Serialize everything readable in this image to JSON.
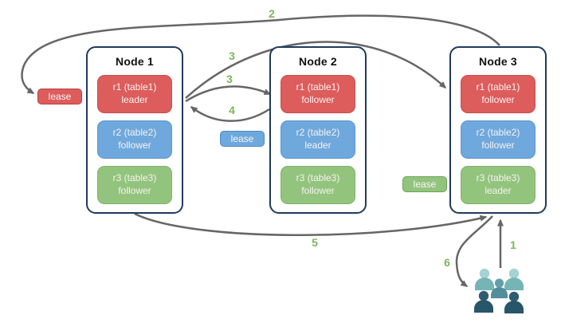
{
  "diagram": {
    "nodes": [
      {
        "title": "Node 1",
        "replicas": [
          {
            "name": "r1 (table1)",
            "role": "leader",
            "color": "#dd5c5c"
          },
          {
            "name": "r2 (table2)",
            "role": "follower",
            "color": "#6fa8dc"
          },
          {
            "name": "r3 (table3)",
            "role": "follower",
            "color": "#93c47d"
          }
        ]
      },
      {
        "title": "Node 2",
        "replicas": [
          {
            "name": "r1 (table1)",
            "role": "follower",
            "color": "#dd5c5c"
          },
          {
            "name": "r2 (table2)",
            "role": "leader",
            "color": "#6fa8dc"
          },
          {
            "name": "r3 (table3)",
            "role": "follower",
            "color": "#93c47d"
          }
        ]
      },
      {
        "title": "Node 3",
        "replicas": [
          {
            "name": "r1 (table1)",
            "role": "follower",
            "color": "#dd5c5c"
          },
          {
            "name": "r2 (table2)",
            "role": "follower",
            "color": "#6fa8dc"
          },
          {
            "name": "r3 (table3)",
            "role": "leader",
            "color": "#93c47d"
          }
        ]
      }
    ],
    "leases": [
      {
        "label": "lease",
        "color": "#dd5c5c"
      },
      {
        "label": "lease",
        "color": "#6fa8dc"
      },
      {
        "label": "lease",
        "color": "#93c47d"
      }
    ],
    "steps": {
      "step1": "1",
      "step2": "2",
      "step3_long": "3",
      "step3_short": "3",
      "step4": "4",
      "step5": "5",
      "step6": "6"
    },
    "icons": {
      "users": "users-group-icon"
    },
    "colors": {
      "node_border": "#203a5c",
      "arrow": "#666666",
      "step_label": "#79b75c",
      "replica_red": "#dd5c5c",
      "replica_blue": "#6fa8dc",
      "replica_green": "#93c47d",
      "users_light": "#a3d3d3",
      "users_mid": "#5e9aa6",
      "users_dark": "#2d5c70"
    }
  }
}
